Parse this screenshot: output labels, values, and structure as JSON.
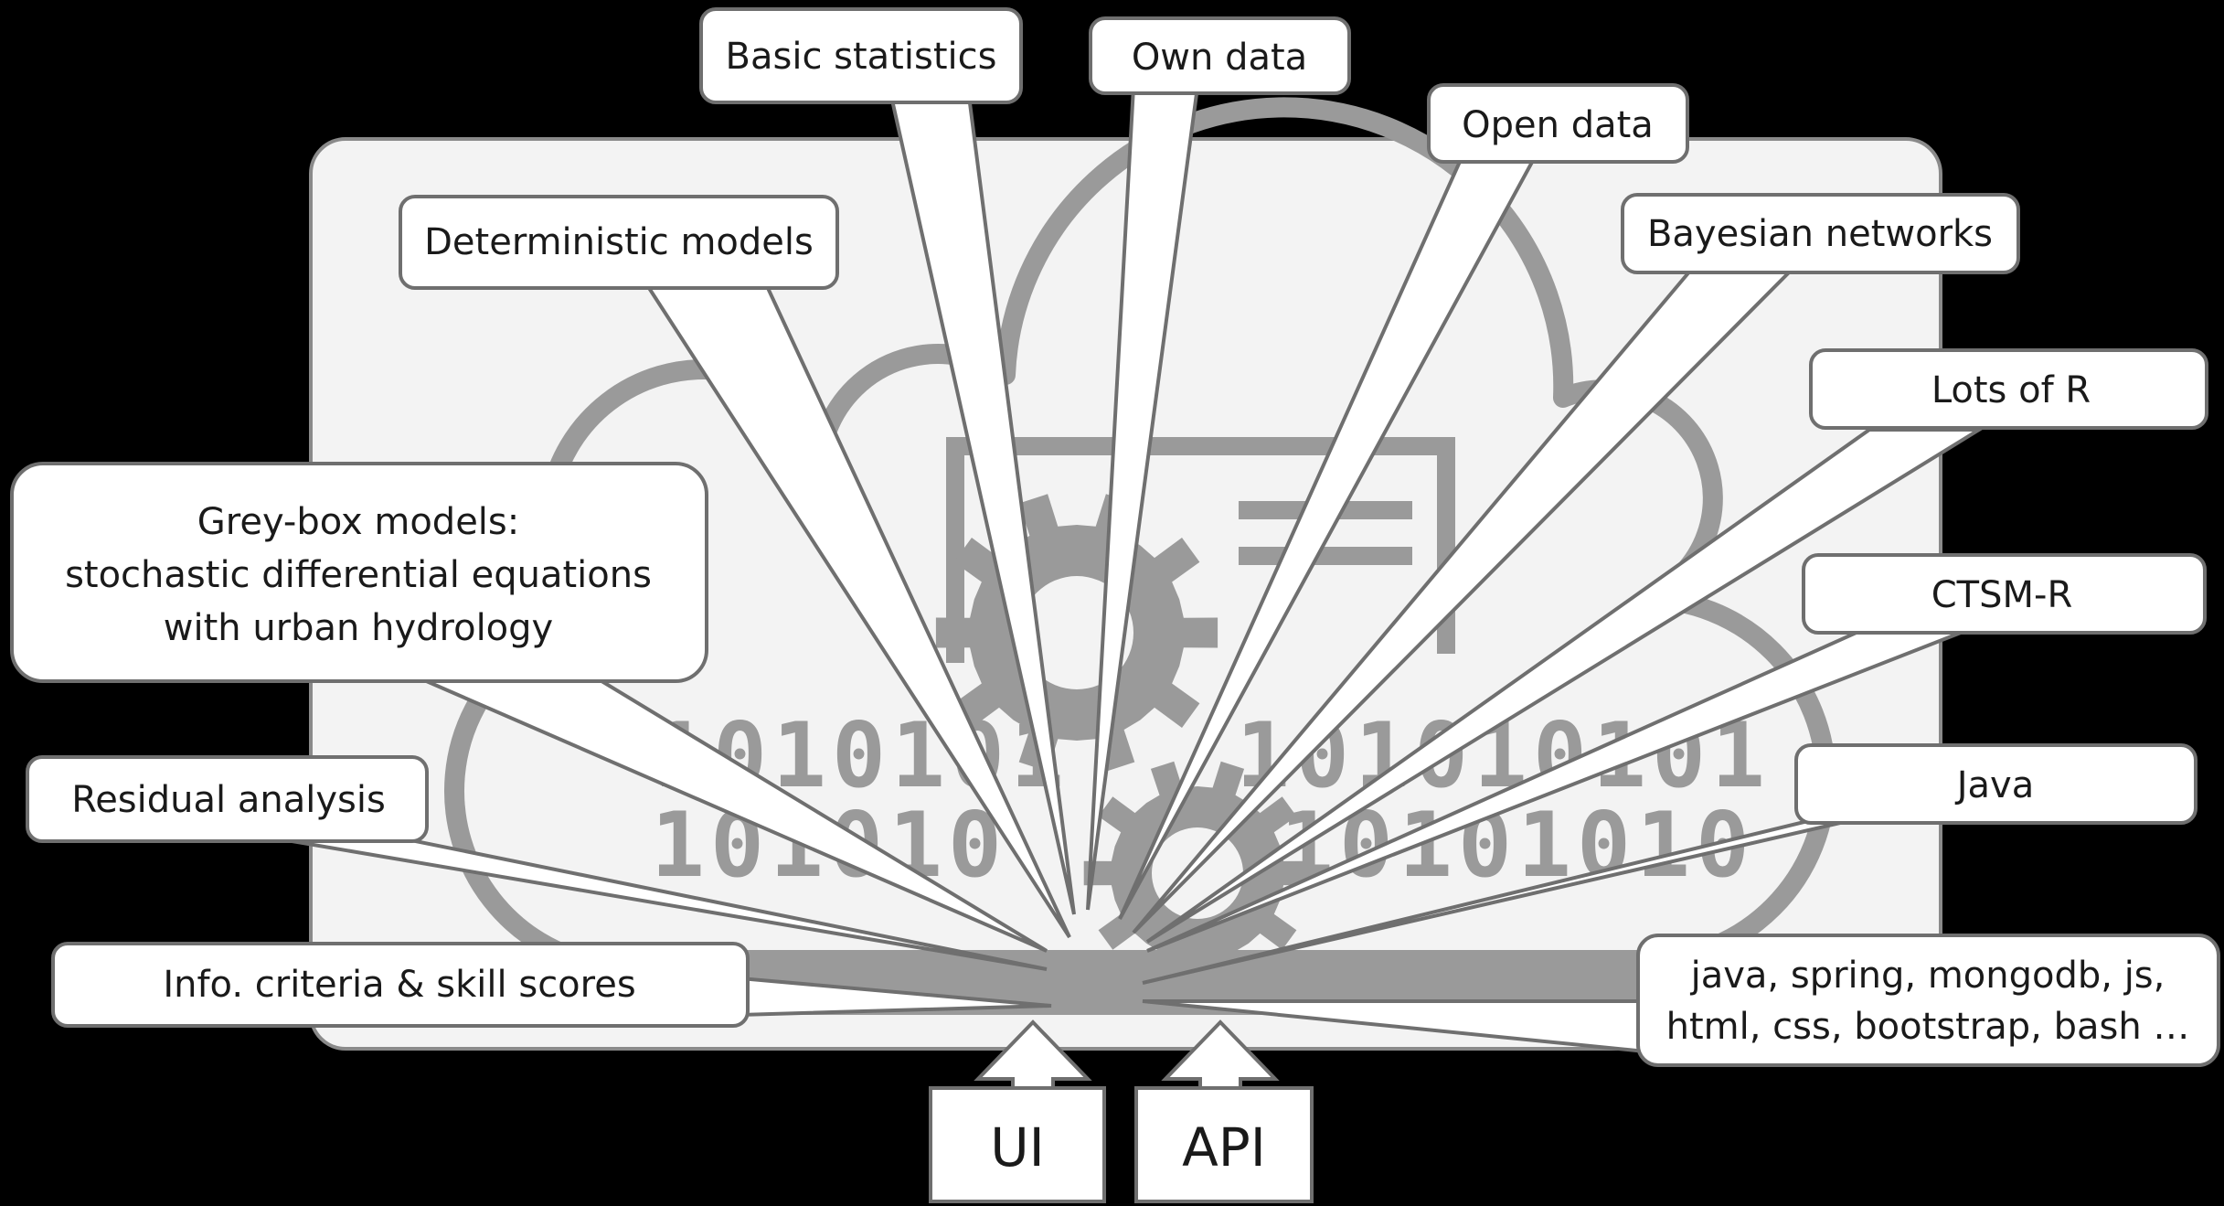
{
  "bubbles": {
    "basic_statistics": "Basic statistics",
    "own_data": "Own data",
    "open_data": "Open data",
    "deterministic_models": "Deterministic models",
    "bayesian_networks": "Bayesian networks",
    "lots_of_r": "Lots of R",
    "grey_box": [
      "Grey-box models:",
      "stochastic differential equations",
      "with urban hydrology"
    ],
    "ctsm_r": "CTSM-R",
    "residual_analysis": "Residual analysis",
    "java": "Java",
    "info_criteria": "Info. criteria & skill scores",
    "tech_stack": [
      "java, spring, mongodb, js,",
      "html, css, bootstrap, bash …"
    ]
  },
  "binary": {
    "left_row1": "1010101",
    "left_row2": "101010",
    "right_row1": "101010101",
    "right_row2": "10101010"
  },
  "interfaces": {
    "ui": "UI",
    "api": "API"
  }
}
